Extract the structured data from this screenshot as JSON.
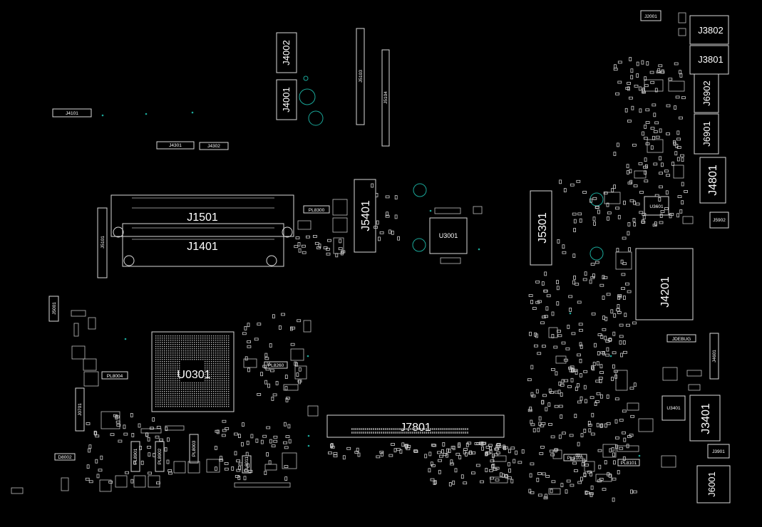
{
  "components": {
    "J2001": "J2001",
    "J3802": "J3802",
    "J3801": "J3801",
    "J4002": "J4002",
    "J4001": "J4001",
    "J5103": "J5103",
    "J5104": "J5104",
    "J6902": "J6902",
    "J6901": "J6901",
    "J4101": "J4101",
    "J4301": "J4301",
    "J4302": "J4302",
    "J4801": "J4801",
    "U3601": "U3601",
    "J5902": "J5902",
    "J1501": "J1501",
    "J1401": "J1401",
    "J5101": "J5101",
    "PL8300": "PL8300",
    "J5401": "J5401",
    "U3001": "U3001",
    "J5301": "J5301",
    "J4201": "J4201",
    "J5001": "J5001",
    "U0301": "U0301",
    "PL8004": "PL8004",
    "PL8260": "PL8260",
    "JDEBUG": "JDEBUG",
    "J4601": "J4601",
    "J0701": "J0701",
    "J7801": "J7801",
    "U3401": "U3401",
    "J3401": "J3401",
    "J3901": "J3901",
    "J6001": "J6001",
    "PL8901": "PL8901",
    "PL8902": "PL8902",
    "PL8003": "PL8003",
    "PL3100": "PL3100",
    "PL8101": "PL8101",
    "D8002": "D8002",
    "PL8011": "PL8011"
  },
  "colors": {
    "background": "#000000",
    "outline": "#d8d8d8",
    "accent": "#1aa89a"
  }
}
